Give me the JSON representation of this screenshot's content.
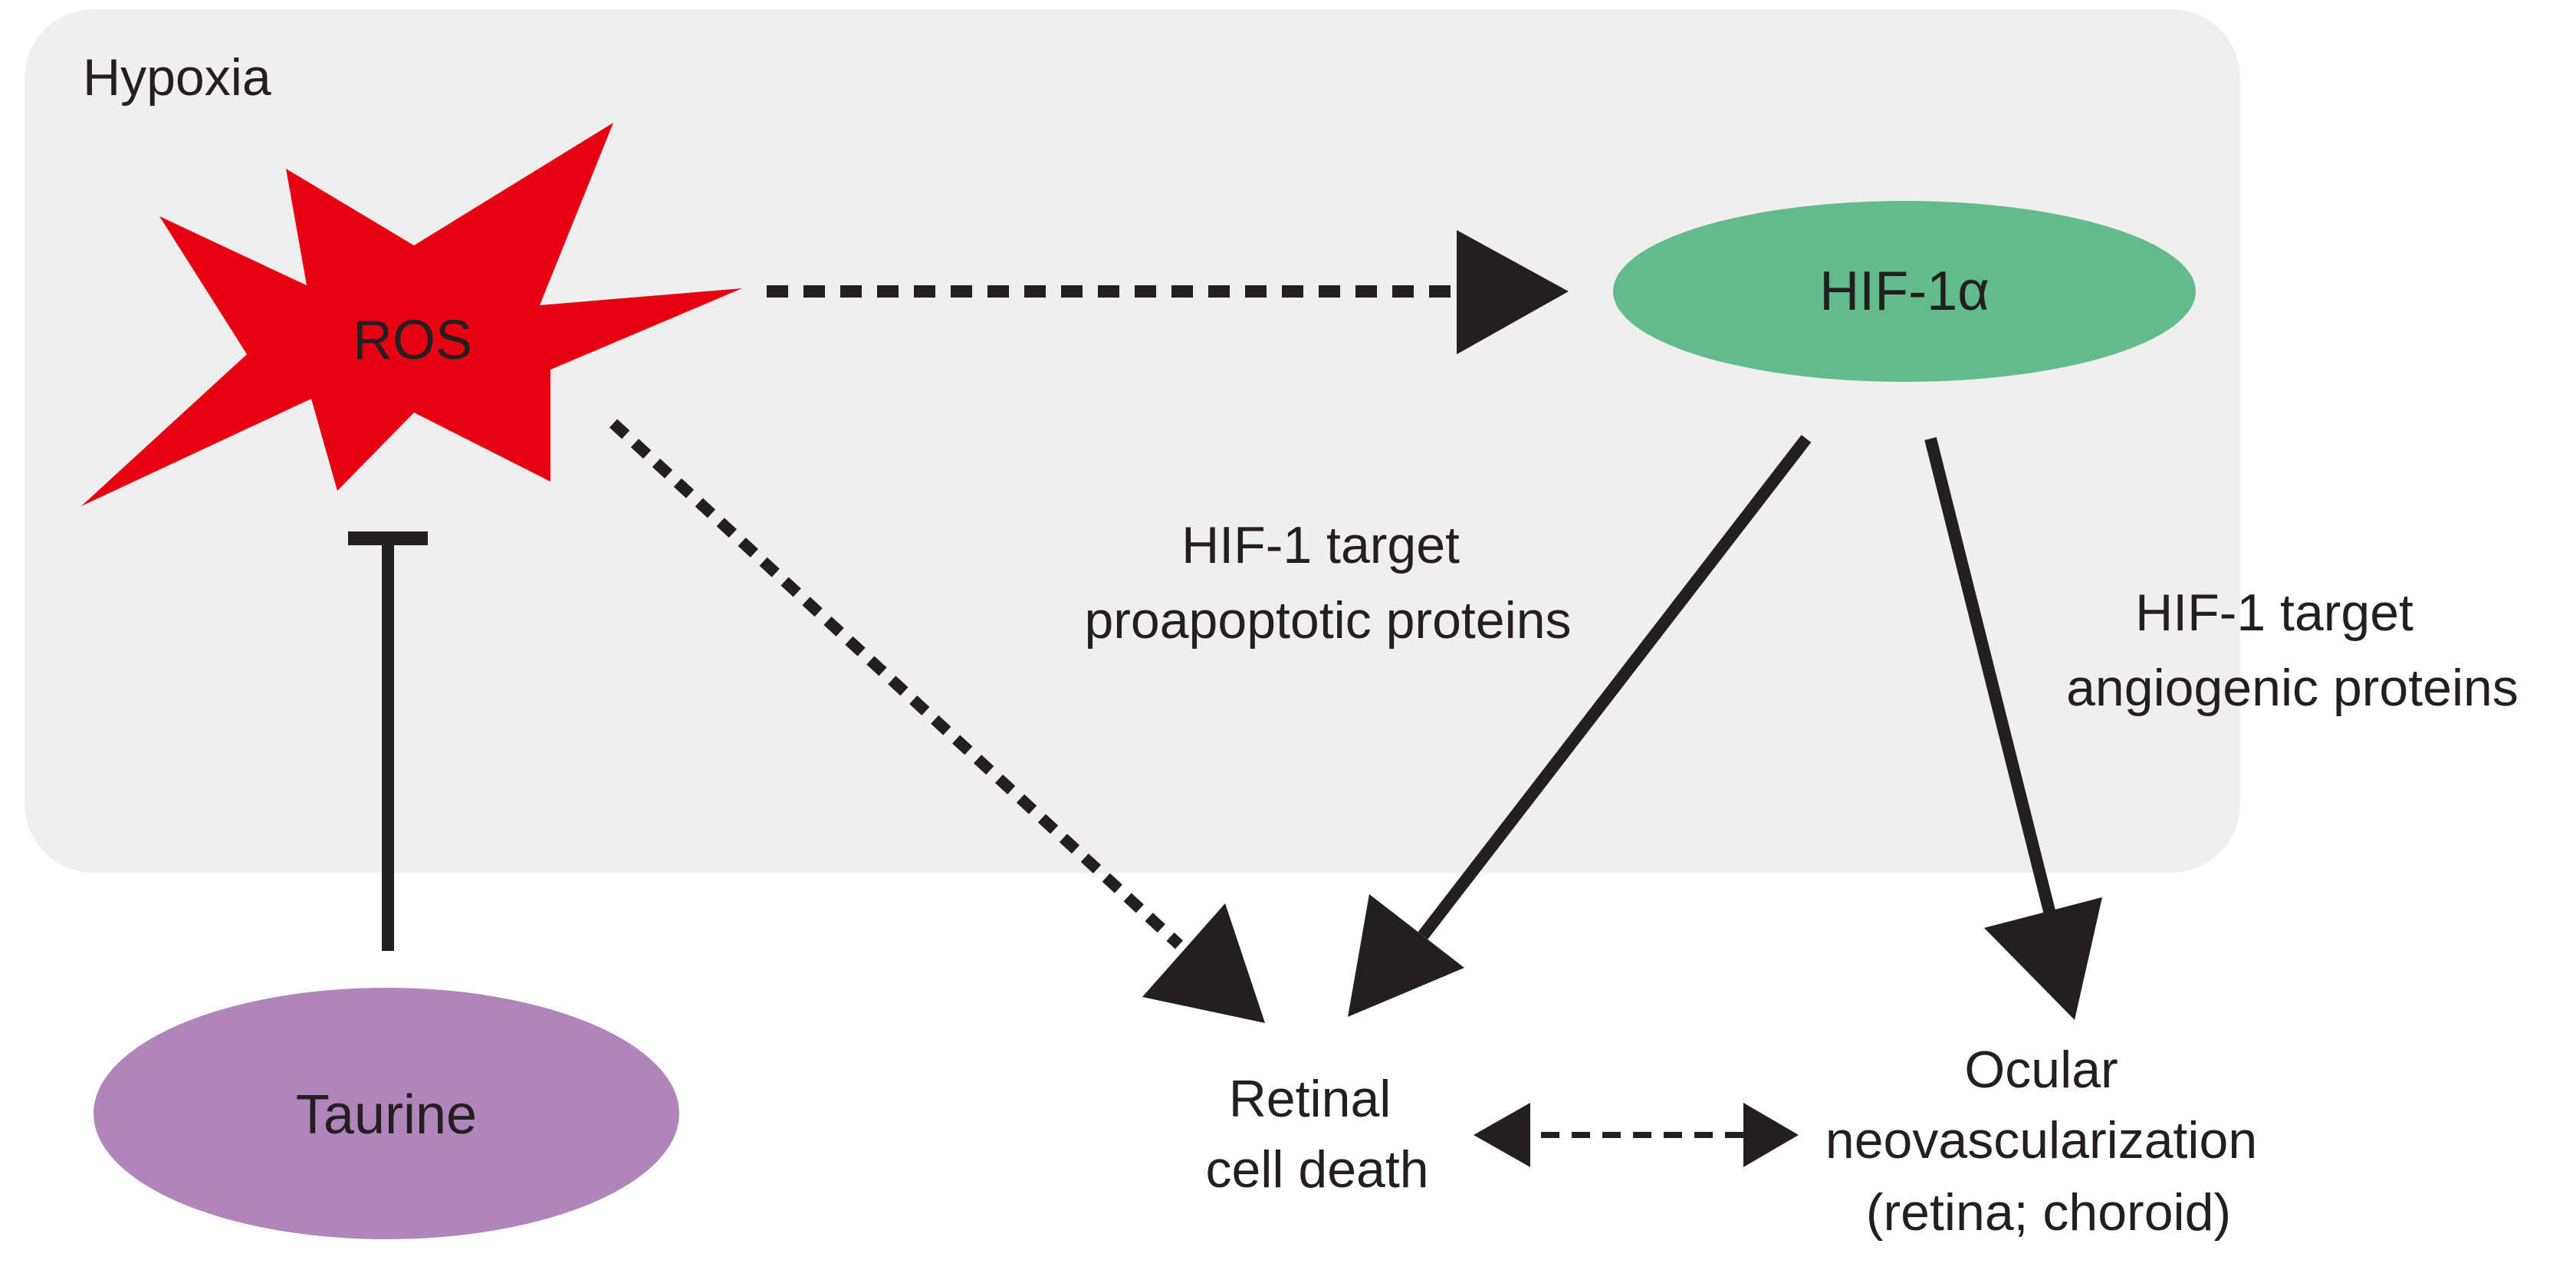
{
  "region": {
    "label": "Hypoxia",
    "fill": "#efefef"
  },
  "nodes": {
    "ros": {
      "label": "ROS",
      "color": "#e60012"
    },
    "hif": {
      "label": "HIF-1α",
      "color": "#62bb8a"
    },
    "taurine": {
      "label": "Taurine",
      "color": "#b085bc"
    }
  },
  "outcomes": {
    "retinal_death": {
      "lines": [
        "Retinal",
        "cell death"
      ]
    },
    "neovascularization": {
      "lines": [
        "Ocular",
        "neovascularization",
        "(retina; choroid)"
      ]
    }
  },
  "edge_labels": {
    "proapoptotic": {
      "lines": [
        "HIF-1 target",
        "proapoptotic proteins"
      ]
    },
    "angiogenic": {
      "lines": [
        "HIF-1 target",
        "angiogenic proteins"
      ]
    }
  },
  "colors": {
    "ink": "#231f20"
  }
}
